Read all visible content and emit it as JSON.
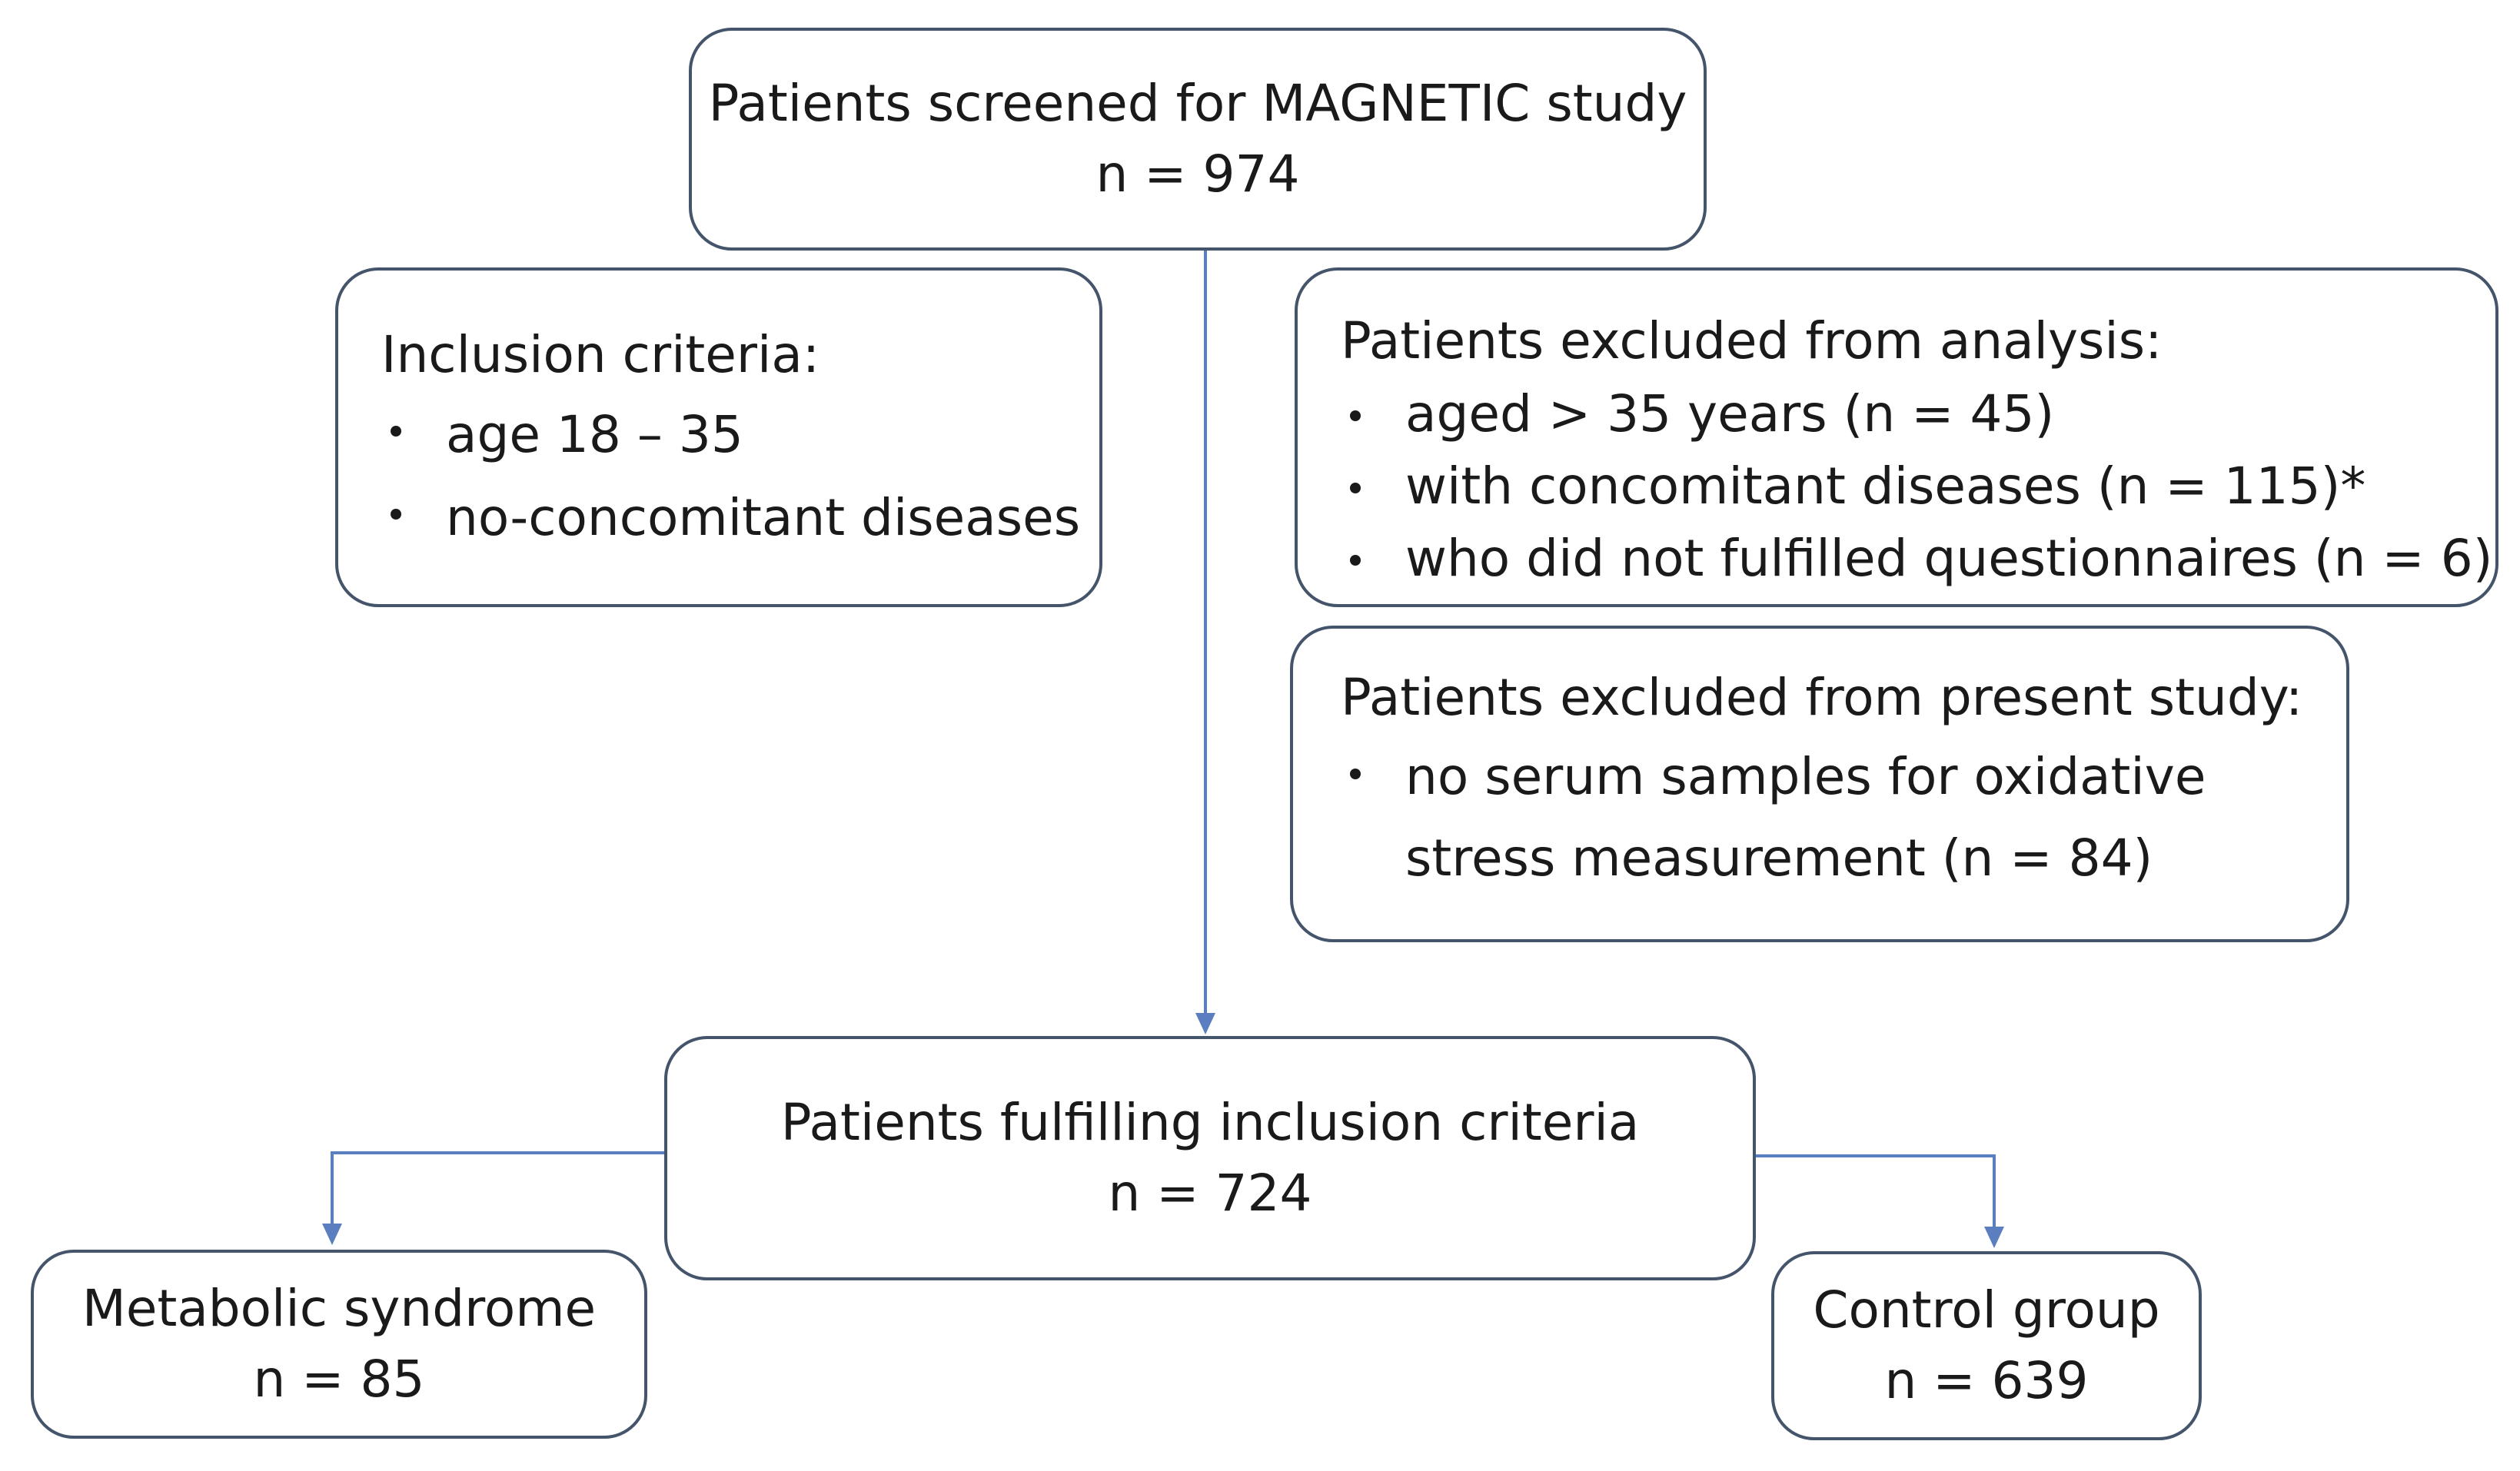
{
  "screened": {
    "title": "Patients screened for MAGNETIC study",
    "count": "n = 974"
  },
  "inclusion": {
    "heading": "Inclusion criteria:",
    "items": [
      "age 18 – 35",
      "no-concomitant diseases"
    ]
  },
  "excluded_analysis": {
    "heading": "Patients excluded from analysis:",
    "items": [
      "aged > 35 years (n = 45)",
      "with concomitant diseases (n = 115)*",
      "who did not fulfilled questionnaires (n = 6)"
    ]
  },
  "excluded_present": {
    "heading": "Patients excluded from present study:",
    "items": [
      "no serum samples for oxidative stress measurement (n = 84)"
    ]
  },
  "fulfilling": {
    "title": "Patients fulfilling inclusion criteria",
    "count": "n = 724"
  },
  "metabolic": {
    "title": "Metabolic syndrome",
    "count": "n = 85"
  },
  "control": {
    "title": "Control group",
    "count": "n = 639"
  },
  "colors": {
    "box_border": "#44546a",
    "connector": "#5b7ec0",
    "text": "#1a1a1a"
  }
}
